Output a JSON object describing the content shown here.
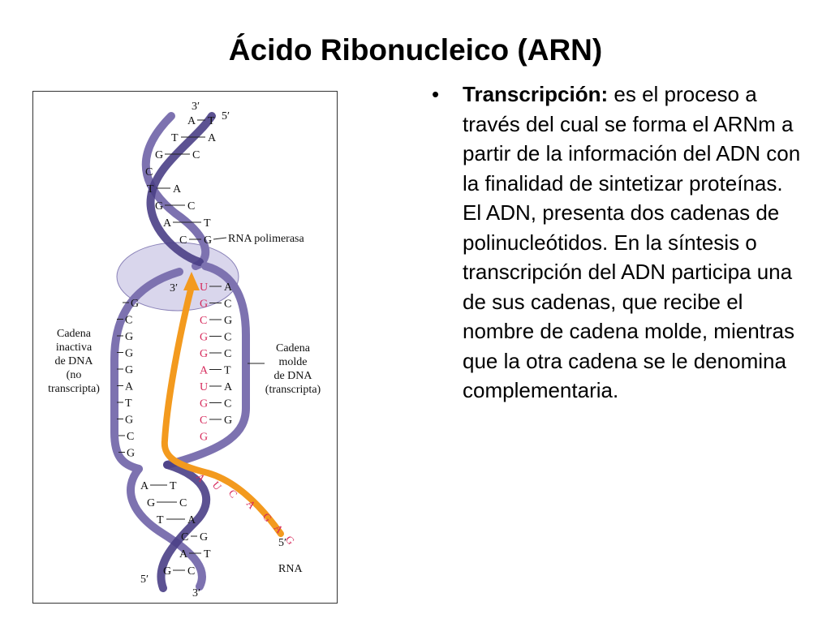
{
  "slide": {
    "title": "Ácido Ribonucleico (ARN)"
  },
  "bullet": {
    "term": "Transcripción:",
    "text": " es el proceso a través del cual se forma el ARNm a partir de la información del ADN con la finalidad de sintetizar proteínas. El ADN, presenta dos cadenas de polinucleótidos. En la síntesis o transcripción del ADN participa una de sus cadenas, que recibe el nombre de cadena molde, mientras que la otra cadena se le denomina complementaria."
  },
  "figure": {
    "rna_polymerase_label": "RNA polimerasa",
    "inactive_strand_label": [
      "Cadena",
      "inactiva",
      "de DNA",
      "(no",
      "transcripta)"
    ],
    "template_strand_label": [
      "Cadena",
      "molde",
      "de DNA",
      "(transcripta)"
    ],
    "rna_label": "RNA",
    "ends": {
      "top_3": "3′",
      "top_5": "5′",
      "mid_3": "3′",
      "bottom_5": "5′",
      "bottom_3": "3′",
      "rna_5": "5′"
    },
    "colors": {
      "strand": "#7d72b0",
      "strand_dark": "#4a3f86",
      "rna": "#f39a1e",
      "rna_base": "#d6285a",
      "polymerase": "#d9d6ec"
    },
    "top_pairs": [
      [
        "A",
        "T"
      ],
      [
        "T",
        "A"
      ],
      [
        "G",
        "C"
      ],
      [
        "C",
        ""
      ],
      [
        "T",
        "A"
      ],
      [
        "G",
        "C"
      ],
      [
        "A",
        "T"
      ],
      [
        "C",
        "G"
      ]
    ],
    "left_bases": [
      "G",
      "C",
      "G",
      "G",
      "G",
      "A",
      "T",
      "G",
      "C",
      "G"
    ],
    "right_template_bases": [
      "A",
      "C",
      "G",
      "C",
      "C",
      "T",
      "A",
      "C",
      "G",
      ""
    ],
    "rna_bases_in_bubble": [
      "U",
      "G",
      "C",
      "G",
      "G",
      "A",
      "U",
      "G",
      "C",
      "G"
    ],
    "rna_tail_bases": [
      "A",
      "U",
      "C",
      "A",
      "G",
      "A",
      "G"
    ],
    "bottom_pairs": [
      [
        "A",
        "T"
      ],
      [
        "G",
        "C"
      ],
      [
        "T",
        "A"
      ],
      [
        "C",
        "G"
      ],
      [
        "A",
        "T"
      ],
      [
        "G",
        "C"
      ]
    ]
  }
}
